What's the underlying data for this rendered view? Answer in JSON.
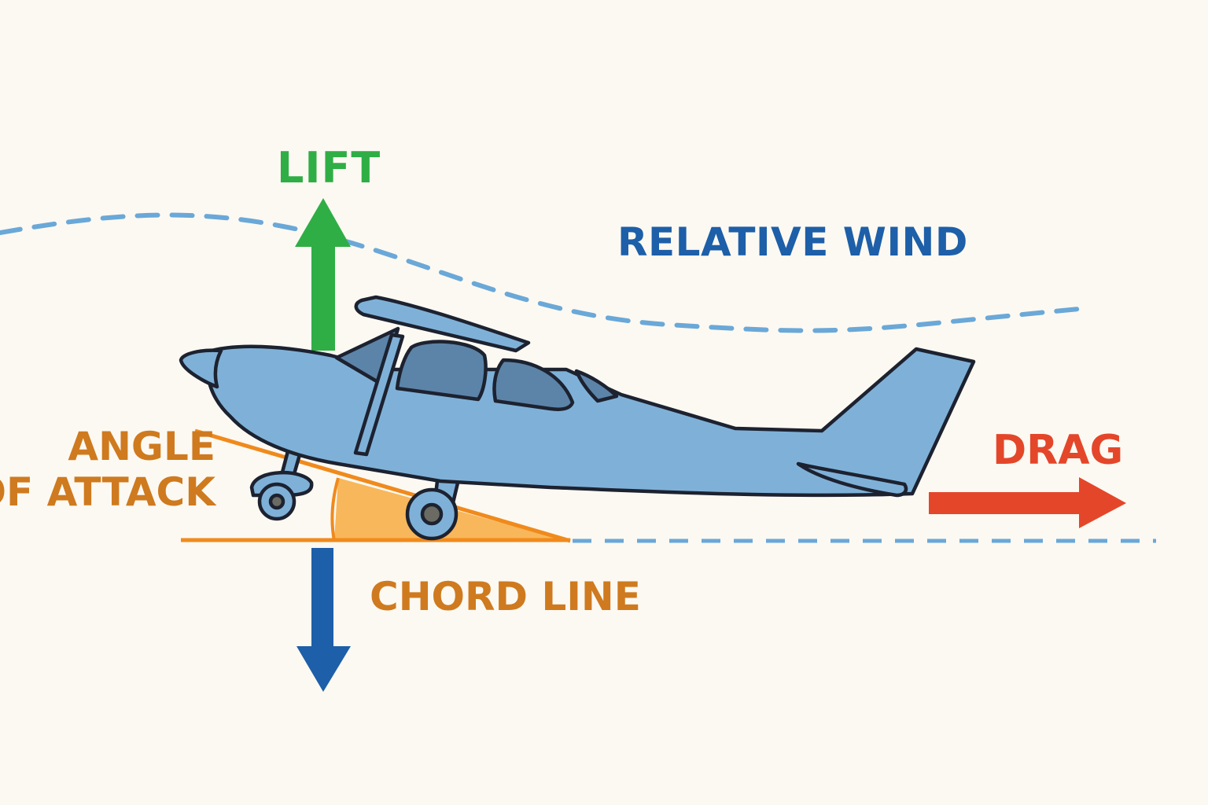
{
  "labels": {
    "lift": "LIFT",
    "relative_wind": "RELATIVE WIND",
    "angle_of_attack_line1": "ANGLE",
    "angle_of_attack_line2": "OF ATTACK",
    "drag": "DRAG",
    "chord_line": "CHORD LINE"
  },
  "colors": {
    "background": "#fcf9f2",
    "lift": "#2fae45",
    "relative_wind": "#1d5fa8",
    "relative_wind_dashes": "#6aa8d8",
    "angle_of_attack": "#cf7a1f",
    "angle_fill": "#f8b75a",
    "chord_line": "#f08a1c",
    "drag": "#e4462a",
    "weight_arrow": "#1d5fa8",
    "airplane_body": "#7fb1d8",
    "airplane_window": "#5c84a8",
    "outline": "#1d2230"
  },
  "icons": {
    "airplane": "high-wing-light-airplane-icon",
    "lift_arrow": "arrow-up-icon",
    "drag_arrow": "arrow-right-icon",
    "weight_arrow": "arrow-down-icon"
  }
}
